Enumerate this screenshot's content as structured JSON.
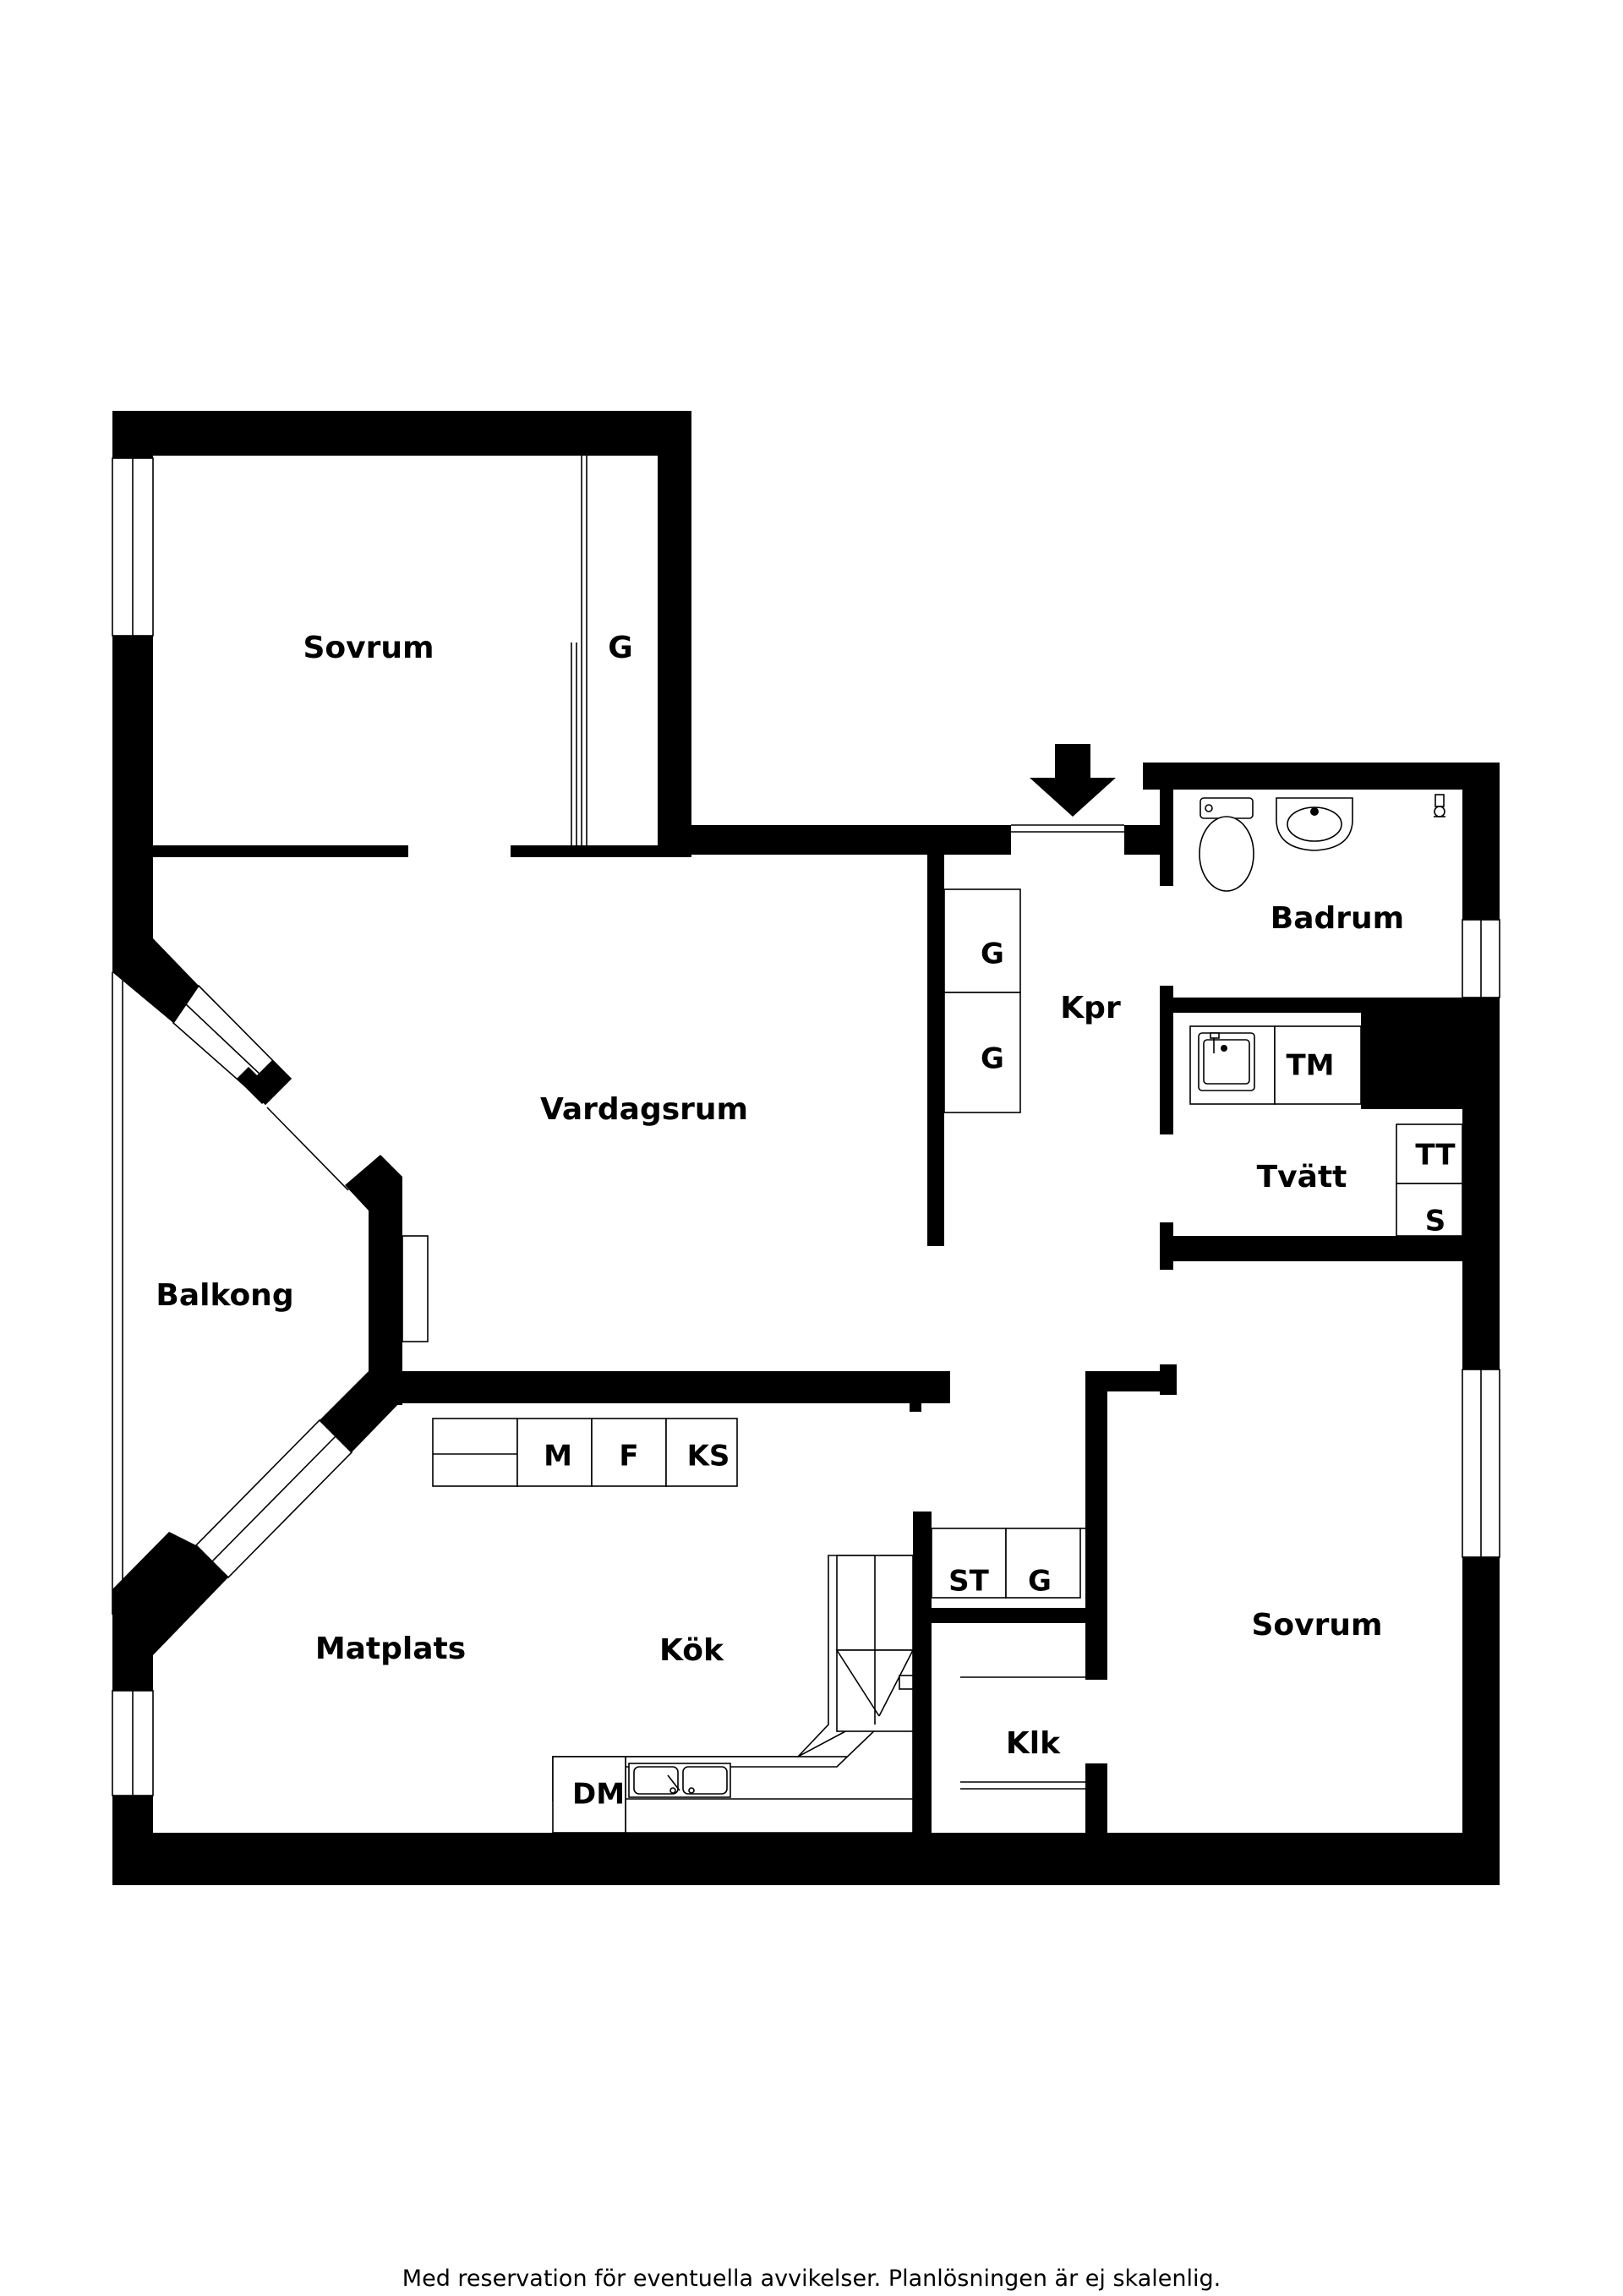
{
  "rooms": {
    "sovrum_top": "Sovrum",
    "g_top": "G",
    "vardagsrum": "Vardagsrum",
    "balkong": "Balkong",
    "kpr": "Kpr",
    "g_kpr_1": "G",
    "g_kpr_2": "G",
    "badrum": "Badrum",
    "tvatt": "Tvätt",
    "tm": "TM",
    "tt": "TT",
    "s": "S",
    "m": "M",
    "f": "F",
    "ks": "KS",
    "matplats": "Matplats",
    "kok": "Kök",
    "st": "ST",
    "g_st": "G",
    "klk": "Klk",
    "sovrum_right": "Sovrum",
    "dm": "DM"
  },
  "icons": {
    "entrance": "entrance-arrow-icon",
    "toilet": "toilet-icon",
    "sink": "washbasin-icon",
    "shower": "shower-icon",
    "laundry_sink": "laundry-sink-icon",
    "kitchen_sink": "kitchen-sink-icon"
  },
  "footer": {
    "disclaimer": "Med reservation för eventuella avvikelser. Planlösningen är ej skalenlig."
  }
}
